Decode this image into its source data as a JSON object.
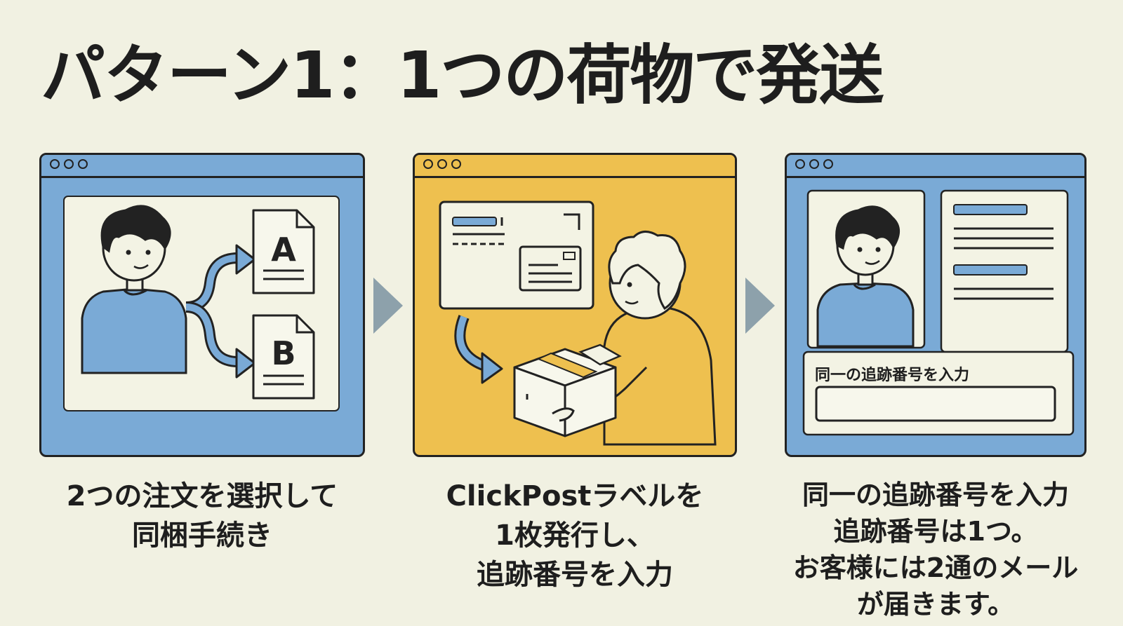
{
  "title": "パターン1：1つの荷物で発送",
  "panels": [
    {
      "id": "select-orders",
      "doc_a": "A",
      "doc_b": "B",
      "caption": [
        "2つの注文を選択して",
        "同梱手続き"
      ]
    },
    {
      "id": "issue-label",
      "caption": [
        "ClickPostラベルを",
        "1枚発行し、",
        "追跡番号を入力"
      ]
    },
    {
      "id": "enter-tracking",
      "input_label": "同一の追跡番号を入力",
      "caption": [
        "同一の追跡番号を入力",
        "追跡番号は1つ。",
        "お客様には2通のメール",
        "が届きます。"
      ]
    }
  ],
  "colors": {
    "background": "#f1f1e2",
    "blue": "#7aaad6",
    "yellow": "#eec04f",
    "arrow_gray": "#8da1ab",
    "ink": "#222222"
  }
}
